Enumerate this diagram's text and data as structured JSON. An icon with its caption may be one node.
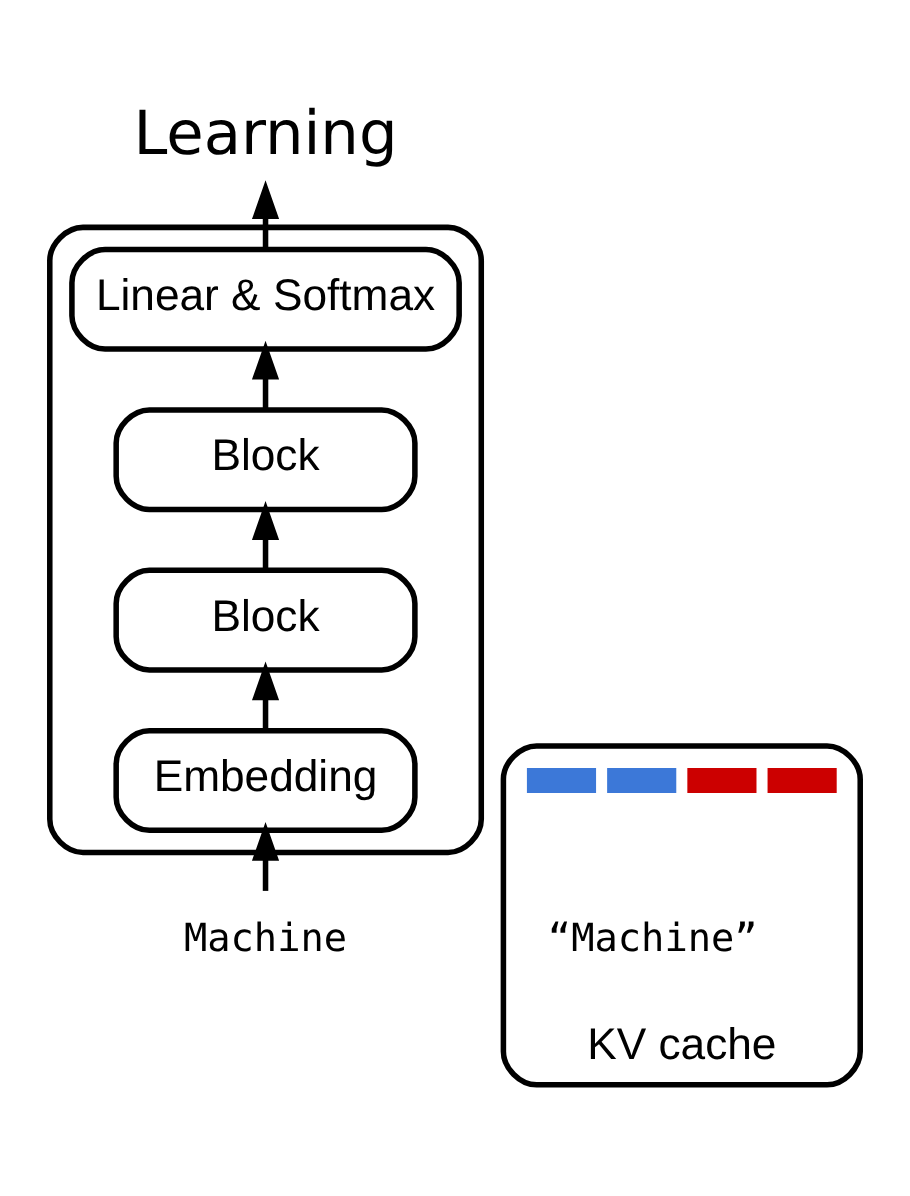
{
  "diagram": {
    "nodes": [
      {
        "text": [
          "Learning"
        ]
      },
      {
        "text": [],
        "shape": "box"
      },
      {
        "text": [
          "Linear & Softmax"
        ],
        "in": 1
      },
      {
        "text": [
          "Block"
        ],
        "in": 1
      },
      {
        "text": [
          "Block"
        ],
        "in": 1
      },
      {
        "text": [
          "Embedding"
        ],
        "in": 1
      },
      {
        "text": [
          "Machine"
        ]
      },
      {
        "text": [
          "KV cache"
        ]
      },
      {
        "text": [],
        "shape": "bar",
        "in": 7
      },
      {
        "text": [],
        "shape": "bar",
        "in": 7
      },
      {
        "text": [],
        "shape": "bar",
        "in": 7
      },
      {
        "text": [],
        "shape": "bar",
        "in": 7
      },
      {
        "text": [
          "“Machine”"
        ],
        "in": 7
      }
    ],
    "edges": [
      {
        "from": 6,
        "to": 5,
        "arrow": "to"
      },
      {
        "from": 5,
        "to": 4,
        "arrow": "to"
      },
      {
        "from": 4,
        "to": 3,
        "arrow": "to"
      },
      {
        "from": 3,
        "to": 2,
        "arrow": "to"
      },
      {
        "from": 2,
        "to": 0,
        "arrow": "to"
      }
    ]
  }
}
